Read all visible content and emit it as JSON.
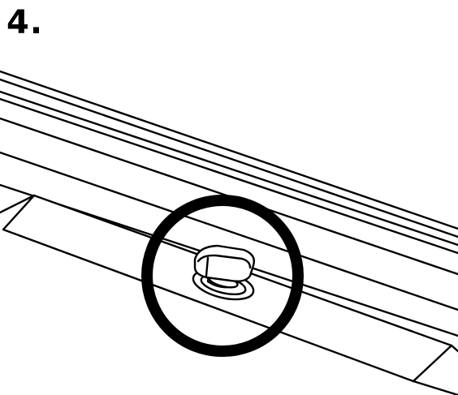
{
  "step": {
    "number": "4."
  },
  "colors": {
    "line": "#000000",
    "fill": "#ffffff",
    "background": "#ffffff"
  },
  "illustration": {
    "parts": [
      "panel-edge",
      "trim-strip",
      "rivet-clip",
      "callout-circle"
    ],
    "callout": "rivet-clip"
  }
}
